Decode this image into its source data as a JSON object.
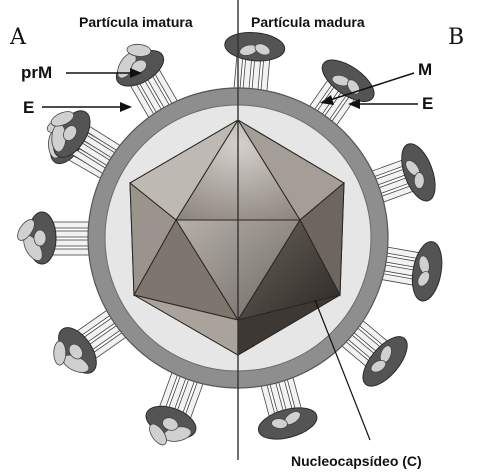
{
  "labels": {
    "panel_a": "A",
    "panel_b": "B",
    "immature": "Partícula imatura",
    "mature": "Partícula madura",
    "prm": "prM",
    "e_left": "E",
    "m": "M",
    "e_right": "E",
    "nucleocapsid": "Nucleocapsídeo (C)"
  },
  "colors": {
    "membrane": "#8e8e8e",
    "interior": "#e6e6e6",
    "spike": "#545454",
    "protein": "#d0d0d0",
    "icosahedron_light": "#cfcbc6",
    "icosahedron_dark": "#4e4742"
  }
}
